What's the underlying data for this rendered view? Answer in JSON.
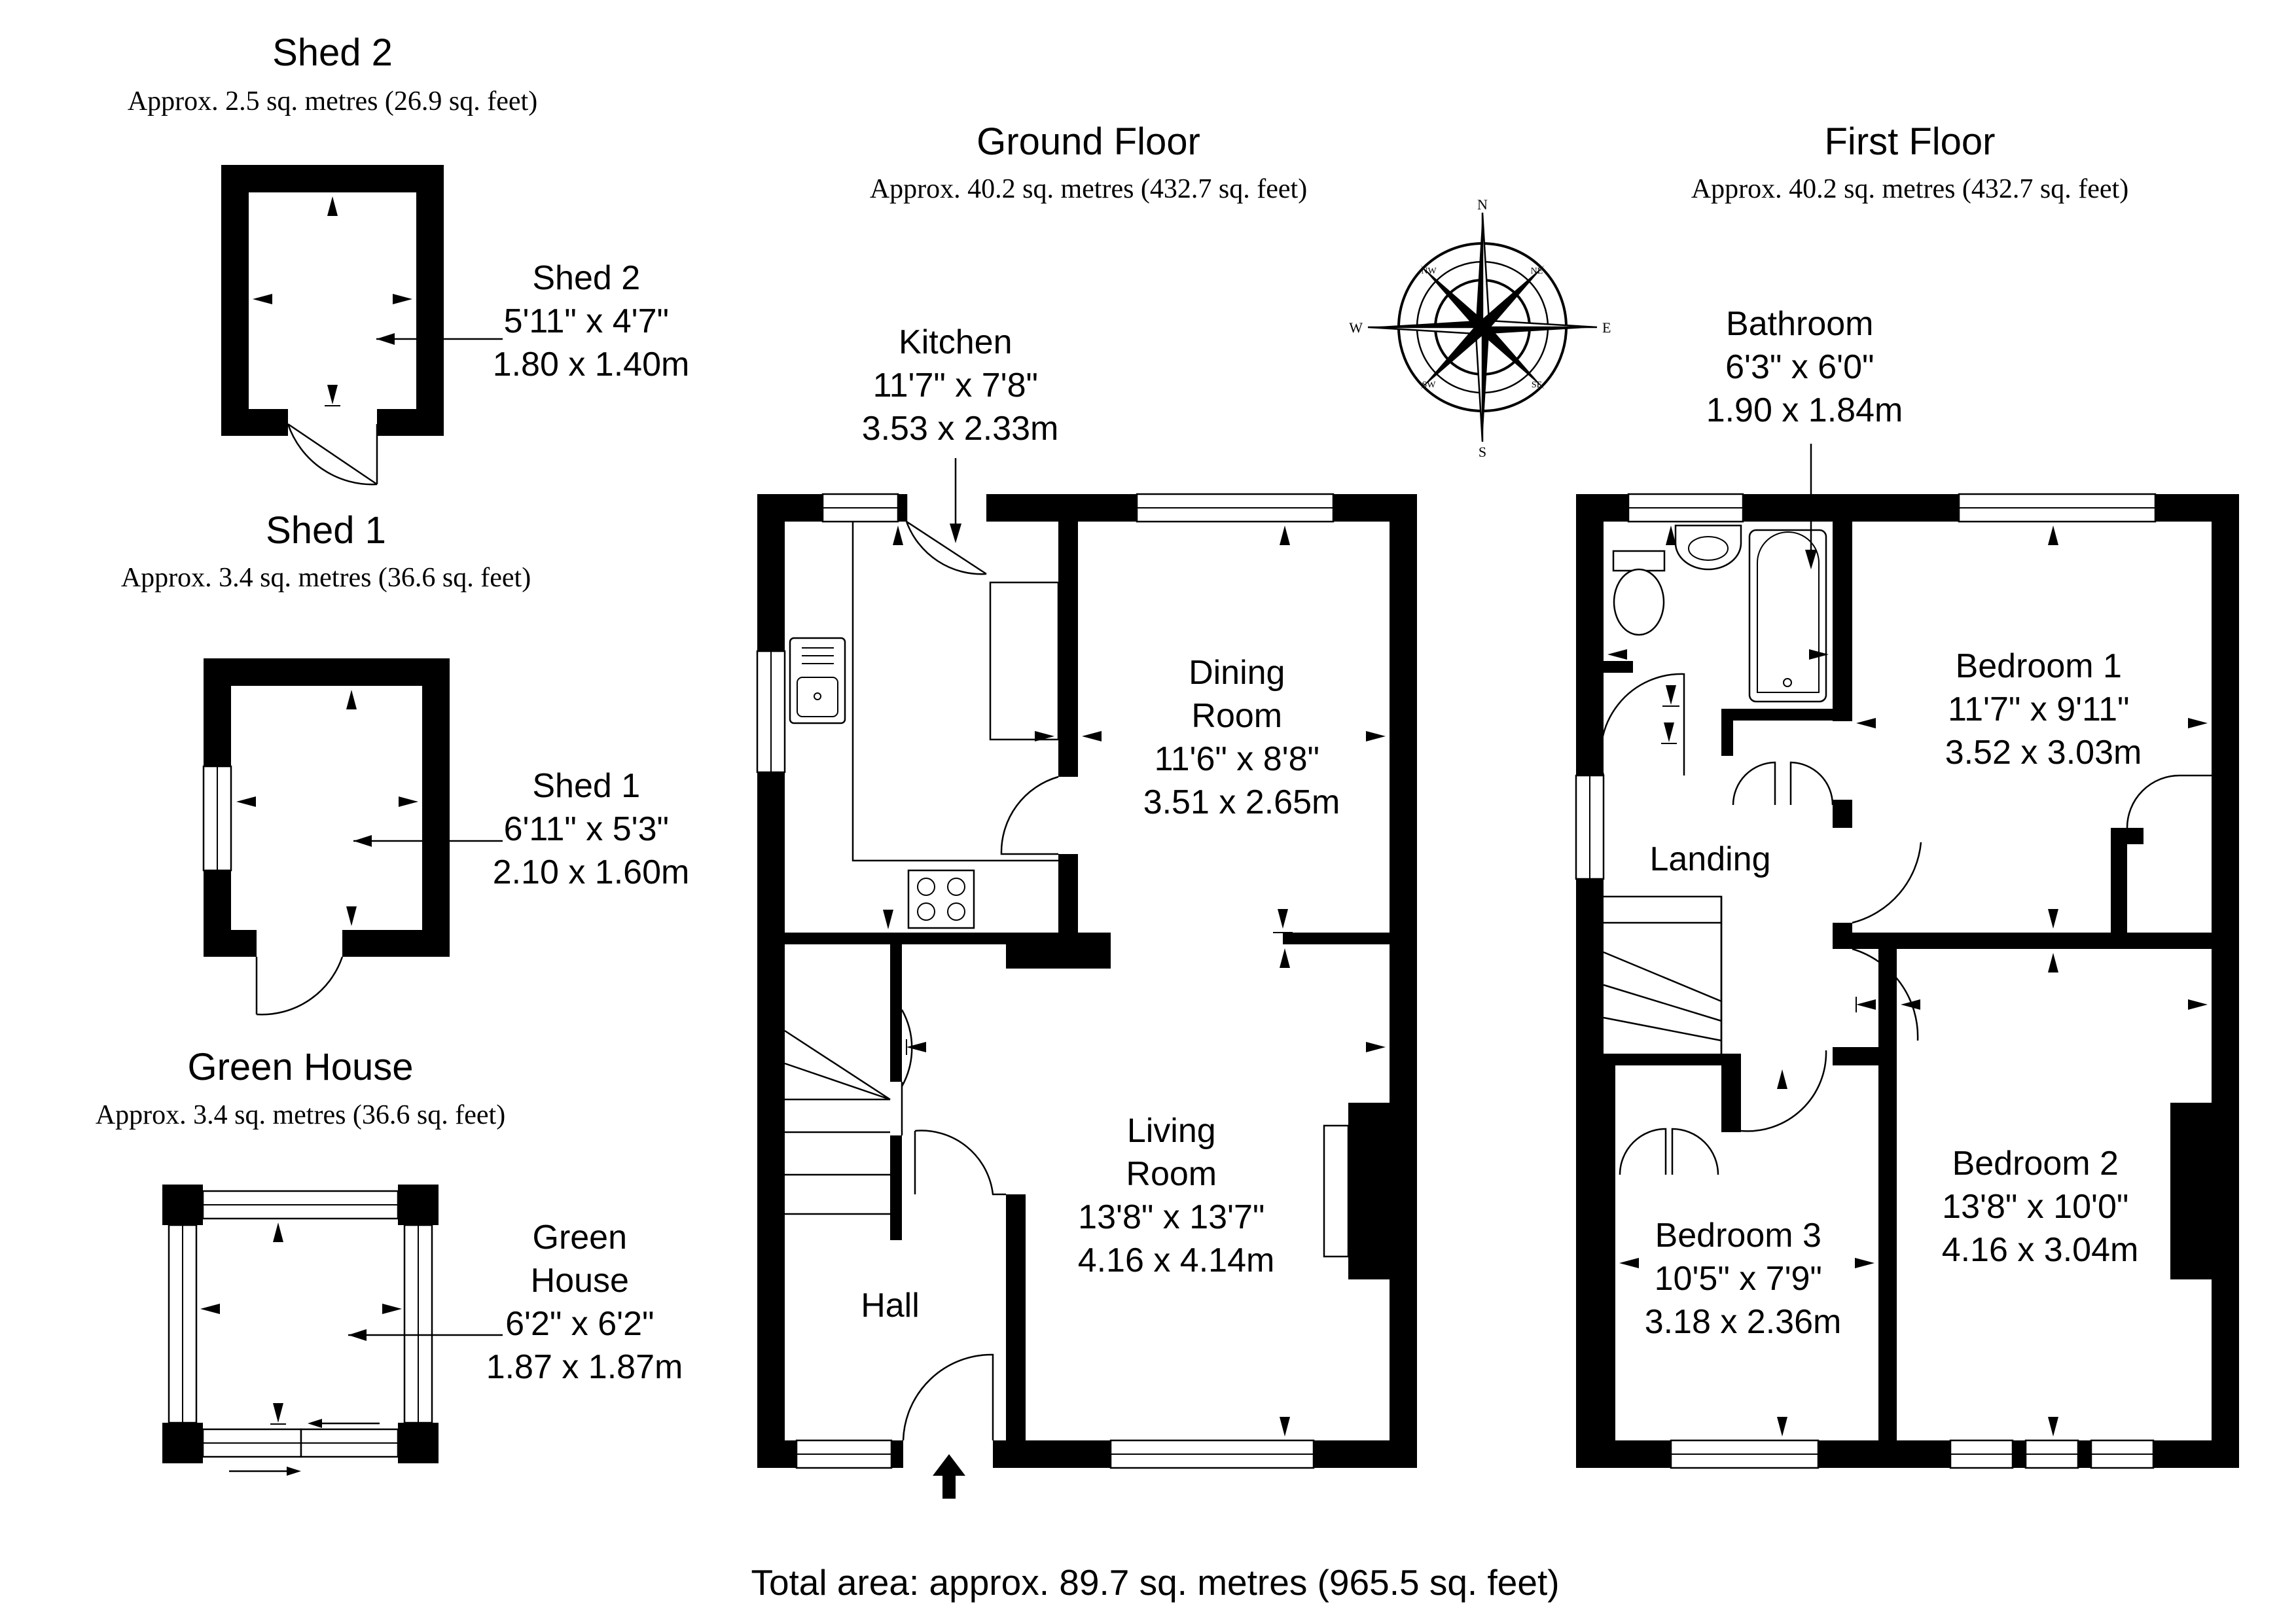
{
  "outbuildings": {
    "shed2": {
      "title": "Shed 2",
      "area": "Approx. 2.5 sq. metres (26.9 sq. feet)"
    },
    "shed1": {
      "title": "Shed 1",
      "area": "Approx. 3.4 sq. metres (36.6 sq. feet)"
    },
    "greenhouse": {
      "title": "Green House",
      "area": "Approx. 3.4 sq. metres (36.6 sq. feet)"
    }
  },
  "ground_floor": {
    "title": "Ground Floor",
    "area": "Approx. 40.2 sq. metres (432.7 sq. feet)"
  },
  "first_floor": {
    "title": "First Floor",
    "area": "Approx. 40.2 sq. metres (432.7 sq. feet)"
  },
  "rooms": {
    "shed2": {
      "lines": [
        "Shed 2",
        "5'11\" x 4'7\"",
        "1.80 x 1.40m"
      ]
    },
    "shed1": {
      "lines": [
        "Shed 1",
        "6'11\" x 5'3\"",
        "2.10 x 1.60m"
      ]
    },
    "greenhouse": {
      "lines": [
        "Green",
        "House",
        "6'2\" x 6'2\"",
        "1.87 x 1.87m"
      ]
    },
    "kitchen": {
      "lines": [
        "Kitchen",
        "11'7\" x 7'8\"",
        "3.53 x 2.33m"
      ]
    },
    "dining": {
      "lines": [
        "Dining",
        "Room",
        "11'6\" x 8'8\"",
        "3.51 x 2.65m"
      ]
    },
    "living": {
      "lines": [
        "Living",
        "Room",
        "13'8\" x 13'7\"",
        "4.16 x 4.14m"
      ]
    },
    "hall": {
      "lines": [
        "Hall"
      ]
    },
    "bathroom": {
      "lines": [
        "Bathroom",
        "6'3\" x 6'0\"",
        "1.90 x 1.84m"
      ]
    },
    "bedroom1": {
      "lines": [
        "Bedroom 1",
        "11'7\" x 9'11\"",
        "3.52 x 3.03m"
      ]
    },
    "landing": {
      "lines": [
        "Landing"
      ]
    },
    "bedroom2": {
      "lines": [
        "Bedroom 2",
        "13'8\" x 10'0\"",
        "4.16 x 3.04m"
      ]
    },
    "bedroom3": {
      "lines": [
        "Bedroom 3",
        "10'5\" x 7'9\"",
        "3.18 x 2.36m"
      ]
    }
  },
  "compass": {
    "n": "N",
    "s": "S",
    "e": "E",
    "w": "W",
    "ne": "NE",
    "nw": "NW",
    "se": "SE",
    "sw": "SW"
  },
  "total_area": "Total area: approx. 89.7 sq. metres (965.5 sq. feet)"
}
